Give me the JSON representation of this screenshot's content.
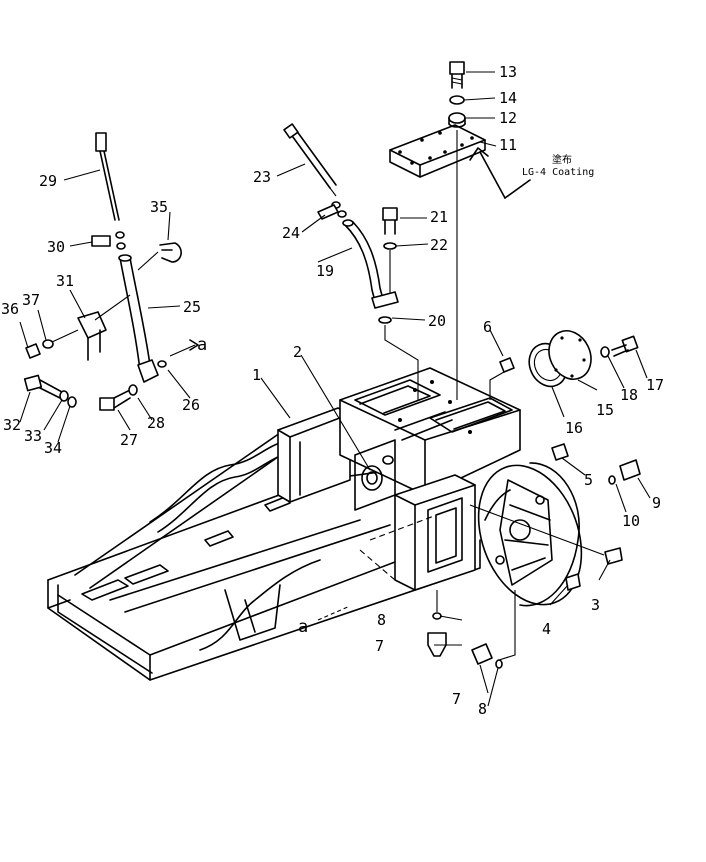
{
  "callouts": [
    {
      "id": "1",
      "label": "1"
    },
    {
      "id": "2",
      "label": "2"
    },
    {
      "id": "3",
      "label": "3"
    },
    {
      "id": "4",
      "label": "4"
    },
    {
      "id": "5",
      "label": "5"
    },
    {
      "id": "6",
      "label": "6"
    },
    {
      "id": "7a",
      "label": "7"
    },
    {
      "id": "7b",
      "label": "7"
    },
    {
      "id": "8a",
      "label": "8"
    },
    {
      "id": "8b",
      "label": "8"
    },
    {
      "id": "9",
      "label": "9"
    },
    {
      "id": "10",
      "label": "10"
    },
    {
      "id": "11",
      "label": "11"
    },
    {
      "id": "12",
      "label": "12"
    },
    {
      "id": "13",
      "label": "13"
    },
    {
      "id": "14",
      "label": "14"
    },
    {
      "id": "15",
      "label": "15"
    },
    {
      "id": "16",
      "label": "16"
    },
    {
      "id": "17",
      "label": "17"
    },
    {
      "id": "18",
      "label": "18"
    },
    {
      "id": "19",
      "label": "19"
    },
    {
      "id": "20",
      "label": "20"
    },
    {
      "id": "21",
      "label": "21"
    },
    {
      "id": "22",
      "label": "22"
    },
    {
      "id": "23",
      "label": "23"
    },
    {
      "id": "24",
      "label": "24"
    },
    {
      "id": "25",
      "label": "25"
    },
    {
      "id": "26",
      "label": "26"
    },
    {
      "id": "27",
      "label": "27"
    },
    {
      "id": "28",
      "label": "28"
    },
    {
      "id": "29",
      "label": "29"
    },
    {
      "id": "30",
      "label": "30"
    },
    {
      "id": "31",
      "label": "31"
    },
    {
      "id": "32",
      "label": "32"
    },
    {
      "id": "33",
      "label": "33"
    },
    {
      "id": "34",
      "label": "34"
    },
    {
      "id": "35",
      "label": "35"
    },
    {
      "id": "36",
      "label": "36"
    },
    {
      "id": "37",
      "label": "37"
    }
  ],
  "annotation": {
    "jp": "塗布",
    "text": "LG-4 Coating"
  },
  "reference_marks": {
    "upper": "a",
    "lower": "a"
  }
}
